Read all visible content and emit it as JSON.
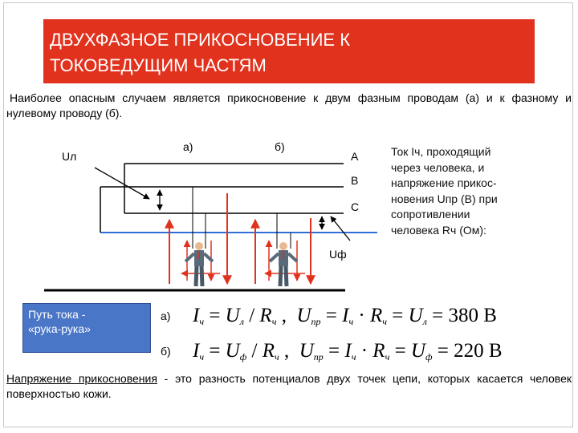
{
  "title": {
    "line1": "ДВУХФАЗНОЕ ПРИКОСНОВЕНИЕ К",
    "line2": "ТОКОВЕДУЩИМ ЧАСТЯМ"
  },
  "intro_text": "Наиболее опасным случаем является прикосновение к двум фазным проводам (а) и к фазному и нулевому проводу (б).",
  "diagram": {
    "ul_label": "Uл",
    "uf_label": "Uф",
    "case_a_label": "а)",
    "case_b_label": "б)",
    "phase_a": "А",
    "phase_b": "В",
    "phase_c": "С"
  },
  "side_text": {
    "l1": "Ток Iч, проходящий",
    "l2": "через человека, и",
    "l3": "напряжение прикос-",
    "l4": "новения Uпр (В) при",
    "l5": "сопротивлении",
    "l6": "человека Rч (Ом):"
  },
  "path_box": {
    "line1": "Путь тока -",
    "line2": "«рука-рука»"
  },
  "formulas": {
    "a_label": "а)",
    "b_label": "б)",
    "a_value": "380 B",
    "b_value": "220 B"
  },
  "definition": {
    "term": "Напряжение прикосновения",
    "rest": " - это разность потенциалов двух точек цепи, которых касается человек поверхностью кожи."
  },
  "colors": {
    "title_bg": "#e1321e",
    "path_box_bg": "#4a76c8",
    "neutral_line": "#2f6fd6",
    "arrows": "#e1321e"
  }
}
